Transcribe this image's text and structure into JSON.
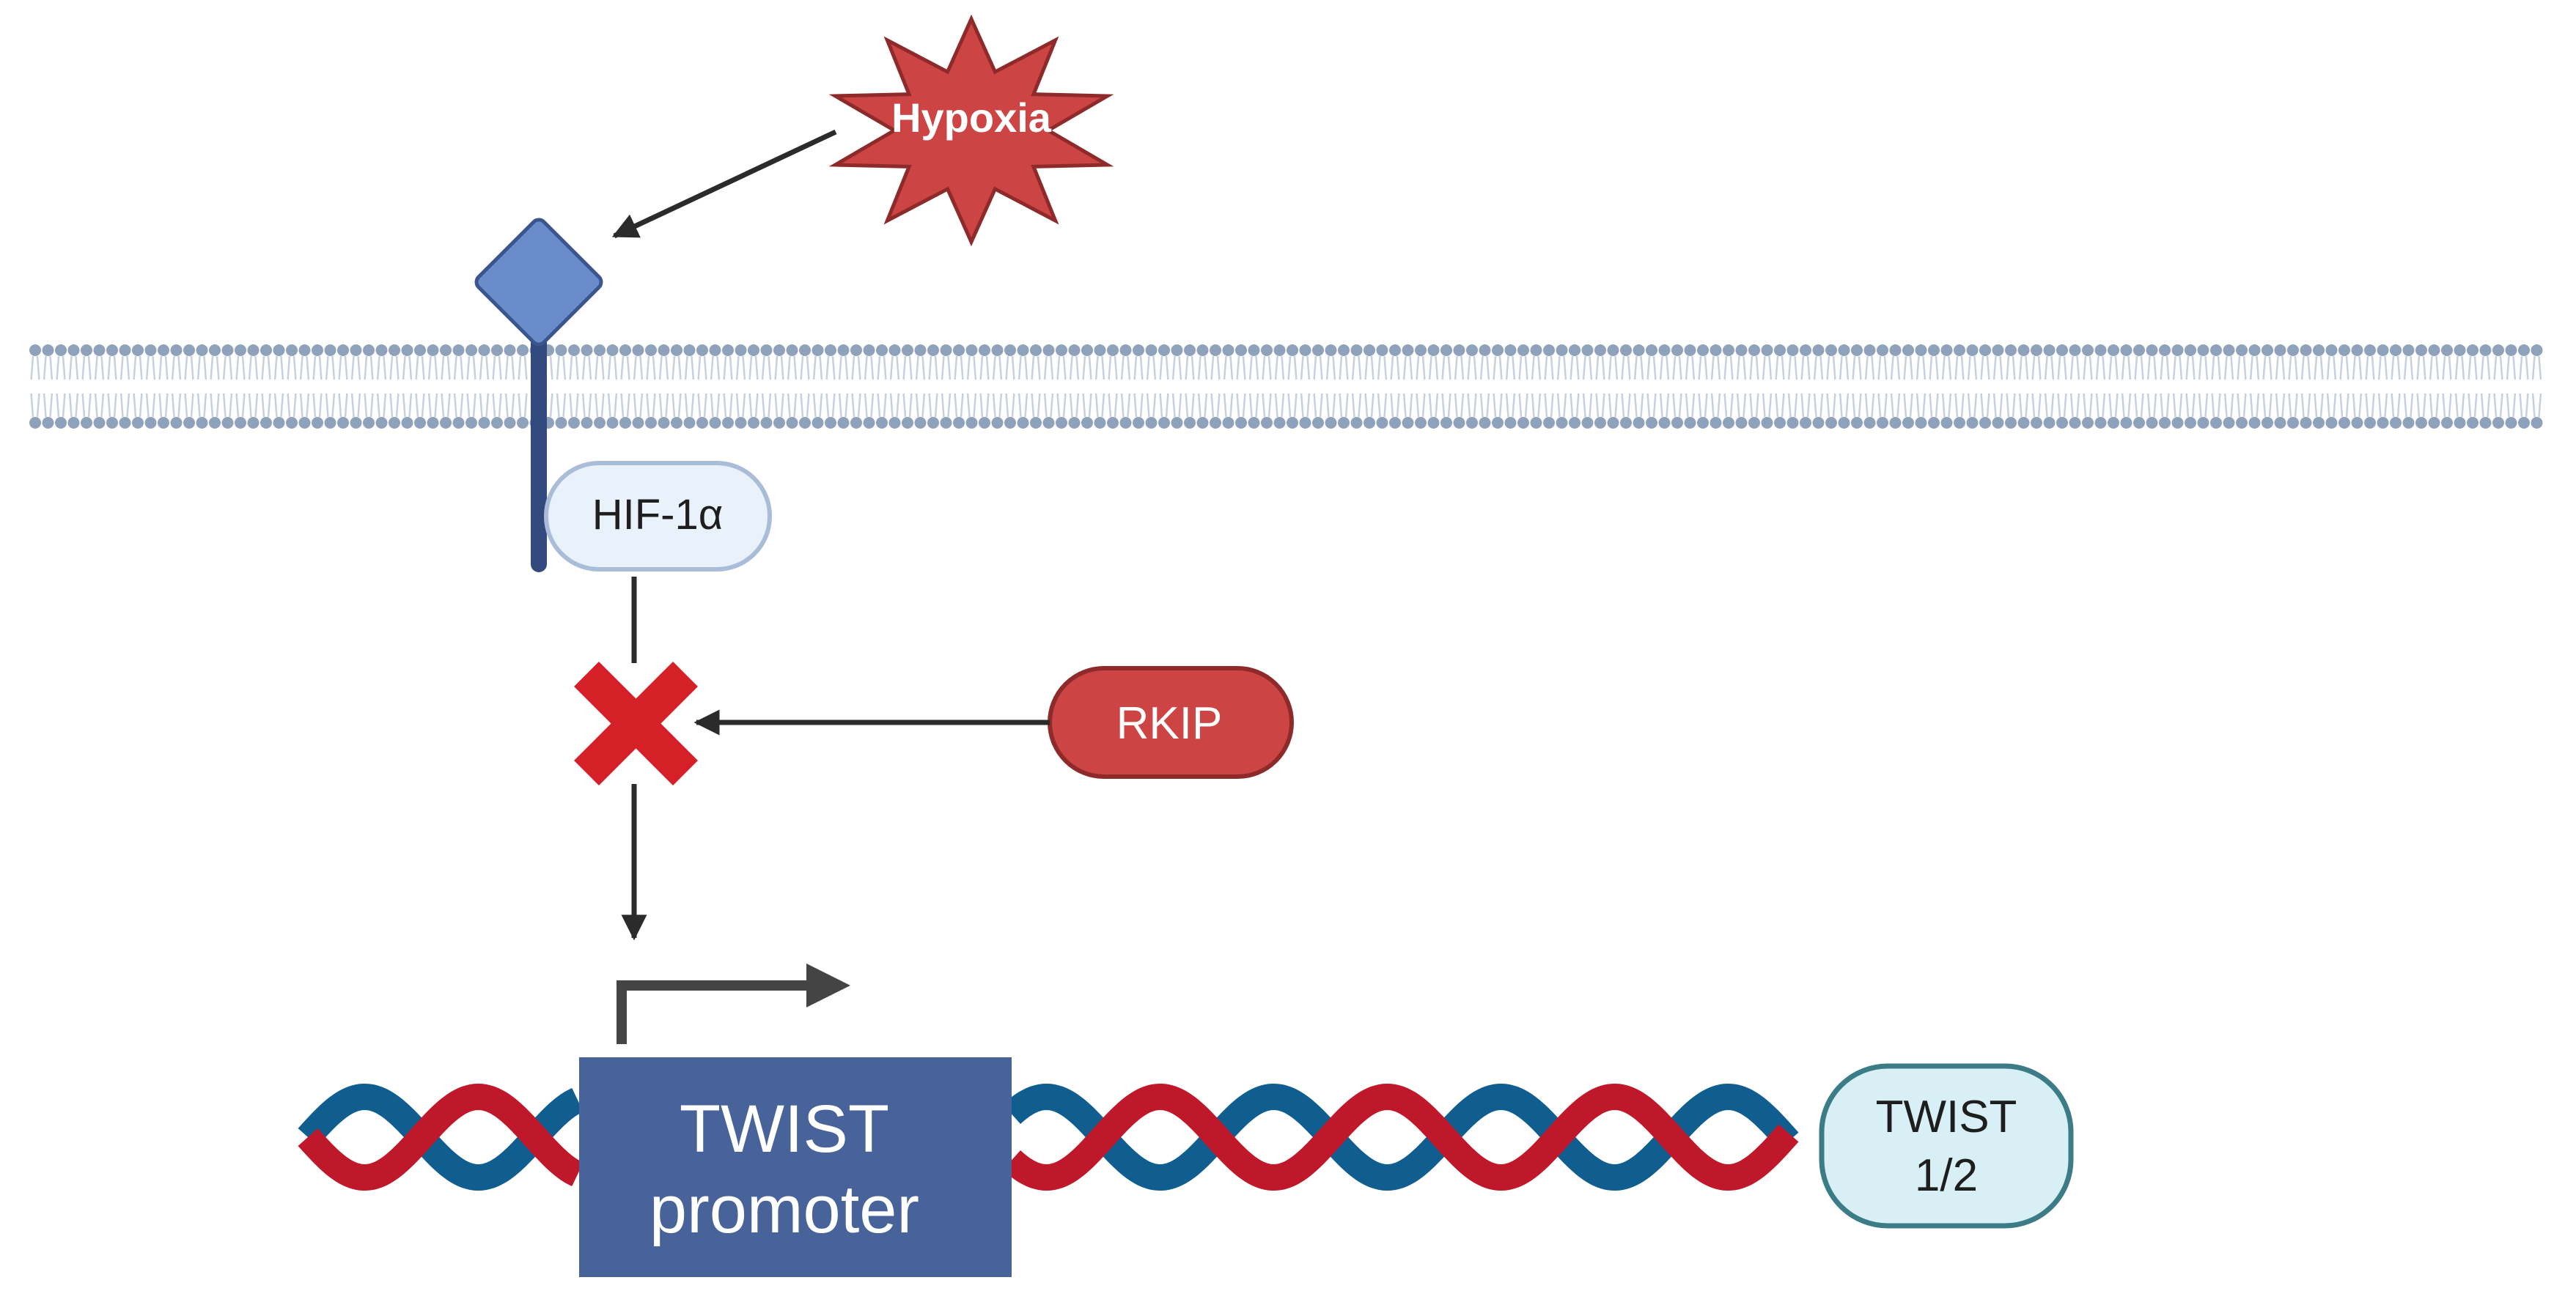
{
  "labels": {
    "hypoxia": "Hypoxia",
    "hif1a": "HIF-1α",
    "rkip": "RKIP",
    "promoter_line1": "TWIST",
    "promoter_line2": "promoter",
    "product_line1": "TWIST",
    "product_line2": "1/2"
  },
  "colors": {
    "hypoxia_fill": "#CC4444",
    "hypoxia_stroke": "#8E2A2A",
    "receptor_fill": "#6A8CCB",
    "receptor_stroke": "#3B558F",
    "receptor_stem": "#324A7E",
    "membrane": "#8FA2BC",
    "hif_fill": "#E9F1FB",
    "hif_stroke": "#A9BCD8",
    "rkip_fill": "#CC4444",
    "rkip_stroke": "#8E2A2A",
    "inhibit_x": "#D62027",
    "arrow": "#2B2B2B",
    "promoter_box": "#48629A",
    "dna_red": "#C0182B",
    "dna_blue": "#0F5E8F",
    "product_fill": "#D9EFF6",
    "product_stroke": "#3B7C87"
  },
  "icons": {
    "hypoxia": "starburst-icon",
    "receptor": "diamond-receptor-icon",
    "inhibition": "x-mark-icon",
    "promoter_start": "transcription-start-arrow-icon",
    "dna": "double-helix-icon"
  }
}
